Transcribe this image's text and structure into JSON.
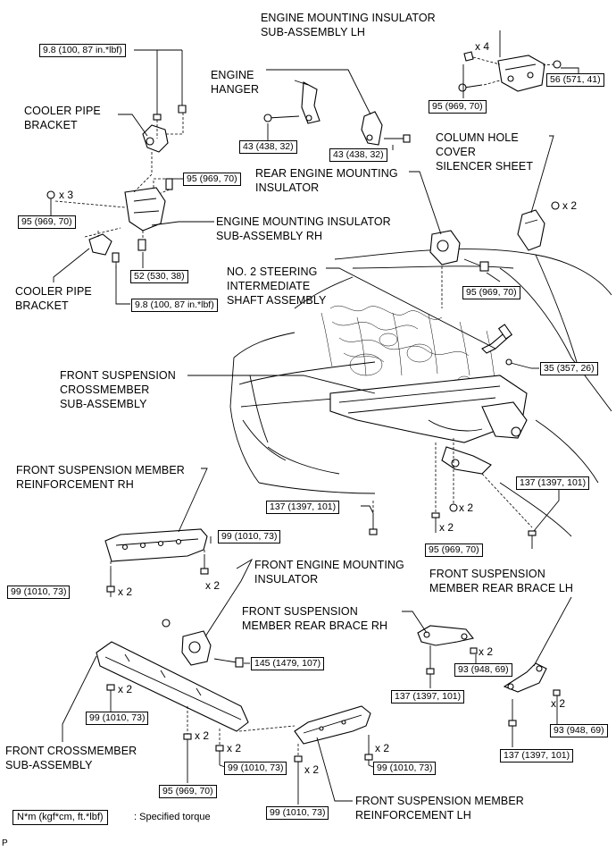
{
  "labels": {
    "engine_mount_lh": "ENGINE MOUNTING INSULATOR\nSUB-ASSEMBLY LH",
    "engine_hanger": "ENGINE\nHANGER",
    "cooler_pipe_bracket_top": "COOLER PIPE\nBRACKET",
    "column_hole_cover": "COLUMN HOLE\nCOVER\nSILENCER SHEET",
    "rear_engine_mount": "REAR ENGINE MOUNTING\nINSULATOR",
    "engine_mount_rh": "ENGINE MOUNTING INSULATOR\nSUB-ASSEMBLY RH",
    "steering_shaft": "NO. 2 STEERING\nINTERMEDIATE\nSHAFT ASSEMBLY",
    "cooler_pipe_bracket_bottom": "COOLER PIPE\nBRACKET",
    "front_susp_crossmember": "FRONT SUSPENSION\nCROSSMEMBER\nSUB-ASSEMBLY",
    "front_susp_member_reinf_rh": "FRONT SUSPENSION MEMBER\nREINFORCEMENT RH",
    "front_engine_mount": "FRONT ENGINE MOUNTING\nINSULATOR",
    "rear_brace_lh": "FRONT SUSPENSION\nMEMBER REAR BRACE LH",
    "rear_brace_rh": "FRONT SUSPENSION\nMEMBER REAR BRACE RH",
    "front_crossmember": "FRONT CROSSMEMBER\nSUB-ASSEMBLY",
    "front_susp_member_reinf_lh": "FRONT SUSPENSION MEMBER\nREINFORCEMENT LH"
  },
  "torques": {
    "t_9_8_top": "9.8 (100, 87 in.*lbf)",
    "t_56": "56 (571, 41)",
    "t_95_lh": "95 (969, 70)",
    "t_43_left": "43 (438, 32)",
    "t_43_right": "43 (438, 32)",
    "t_95_rh_top": "95 (969, 70)",
    "t_95_rh_left": "95 (969, 70)",
    "t_52": "52 (530, 38)",
    "t_9_8_bottom": "9.8 (100, 87 in.*lbf)",
    "t_95_rear_mount": "95 (969, 70)",
    "t_35": "35 (357, 26)",
    "t_137_right": "137 (1397, 101)",
    "t_137_center": "137 (1397, 101)",
    "t_95_center": "95 (969, 70)",
    "t_99_reinf_rh_right": "99 (1010, 73)",
    "t_99_reinf_rh_left": "99 (1010, 73)",
    "t_145": "145 (1479, 107)",
    "t_93_brace_rh": "93 (948, 69)",
    "t_137_brace_rh": "137 (1397, 101)",
    "t_99_crossmember": "99 (1010, 73)",
    "t_93_brace_lh": "93 (948, 69)",
    "t_137_brace_lh": "137 (1397, 101)",
    "t_99_cm_mid": "99 (1010, 73)",
    "t_99_reinf_lh_right": "99 (1010, 73)",
    "t_95_bottom": "95 (969, 70)",
    "t_99_reinf_lh_bottom": "99 (1010, 73)"
  },
  "quantities": {
    "q_lh_x4": "x 4",
    "q_rh_x3": "x 3",
    "q_column_x2": "x 2",
    "q_center_x2a": "x 2",
    "q_center_x2b": "x 2",
    "q_reinf_rh_x2a": "x 2",
    "q_reinf_rh_x2b": "x 2",
    "q_brace_rh_x2": "x 2",
    "q_cm_x2": "x 2",
    "q_brace_lh_x2": "x 2",
    "q_cm_bottom_x2": "x 2",
    "q_cm_mid_x2": "x 2",
    "q_reinf_lh_right_x2": "x 2",
    "q_reinf_lh_bottom_x2": "x 2"
  },
  "legend": {
    "unit": "N*m (kgf*cm, ft.*lbf)",
    "text": ": Specified torque"
  },
  "corner_mark": "P"
}
